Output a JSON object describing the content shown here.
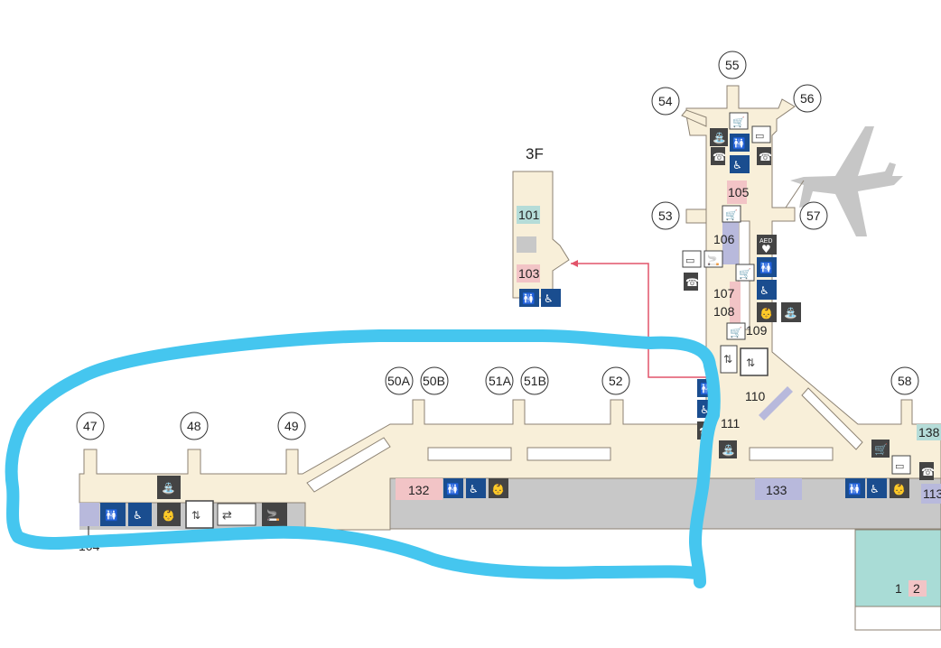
{
  "map": {
    "floor_label": "3F",
    "gates": [
      {
        "id": "47",
        "label": "47"
      },
      {
        "id": "48",
        "label": "48"
      },
      {
        "id": "49",
        "label": "49"
      },
      {
        "id": "50A",
        "label": "50A"
      },
      {
        "id": "50B",
        "label": "50B"
      },
      {
        "id": "51A",
        "label": "51A"
      },
      {
        "id": "51B",
        "label": "51B"
      },
      {
        "id": "52",
        "label": "52"
      },
      {
        "id": "53",
        "label": "53"
      },
      {
        "id": "54",
        "label": "54"
      },
      {
        "id": "55",
        "label": "55"
      },
      {
        "id": "56",
        "label": "56"
      },
      {
        "id": "57",
        "label": "57"
      },
      {
        "id": "58",
        "label": "58"
      }
    ],
    "facilities": [
      {
        "id": "101",
        "label": "101"
      },
      {
        "id": "103",
        "label": "103"
      },
      {
        "id": "104",
        "label": "104"
      },
      {
        "id": "105",
        "label": "105"
      },
      {
        "id": "106",
        "label": "106"
      },
      {
        "id": "107",
        "label": "107"
      },
      {
        "id": "108",
        "label": "108"
      },
      {
        "id": "109",
        "label": "109"
      },
      {
        "id": "110",
        "label": "110"
      },
      {
        "id": "111",
        "label": "111"
      },
      {
        "id": "132",
        "label": "132"
      },
      {
        "id": "133",
        "label": "133"
      },
      {
        "id": "138",
        "label": "138"
      },
      {
        "id": "113",
        "label": "113"
      },
      {
        "id": "1",
        "label": "1"
      },
      {
        "id": "2",
        "label": "2"
      }
    ],
    "aed_label": "AED",
    "colors": {
      "concourse": "#f8efd9",
      "wall": "#8c8273",
      "lower_floor": "#c8c8c8",
      "pink_shop": "#f2c4c6",
      "teal_shop": "#b5dcd8",
      "lavender": "#b8b9dc",
      "icon_blue": "#1a4d8f",
      "icon_dark": "#444444",
      "route_red": "#e2546a",
      "annotation": "#45c6ef",
      "plane": "#c6c6c6",
      "teal_area": "#a9dcd6"
    }
  }
}
